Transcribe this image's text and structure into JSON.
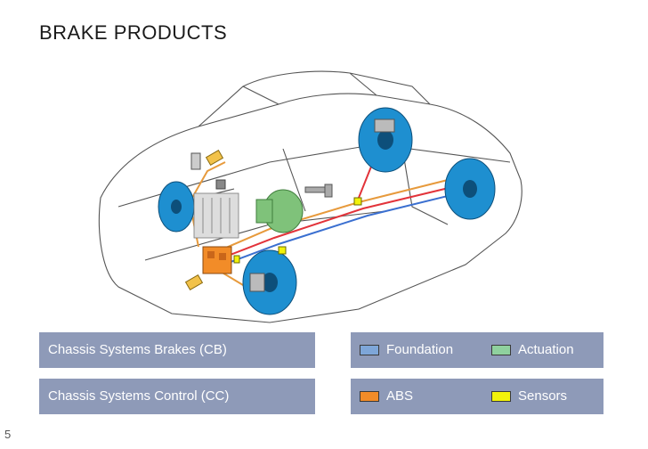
{
  "slide": {
    "title": "BRAKE PRODUCTS",
    "page_number": "5"
  },
  "categories": {
    "cb": "Chassis Systems Brakes (CB)",
    "cc": "Chassis Systems Control (CC)"
  },
  "legend": {
    "foundation": {
      "label": "Foundation",
      "color": "#7ea6d8"
    },
    "actuation": {
      "label": "Actuation",
      "color": "#8fd19e"
    },
    "abs": {
      "label": "ABS",
      "color": "#f28c28"
    },
    "sensors": {
      "label": "Sensors",
      "color": "#f2f20a"
    }
  },
  "colors": {
    "bar": "#8e9ab8",
    "disc_blue": "#1e8fd0",
    "line_red": "#e2333a",
    "line_orange": "#e79a3c",
    "line_blue": "#3a6fd0",
    "booster_green": "#7fc27a"
  },
  "illustration": {
    "subject": "car-brake-system-diagram"
  }
}
